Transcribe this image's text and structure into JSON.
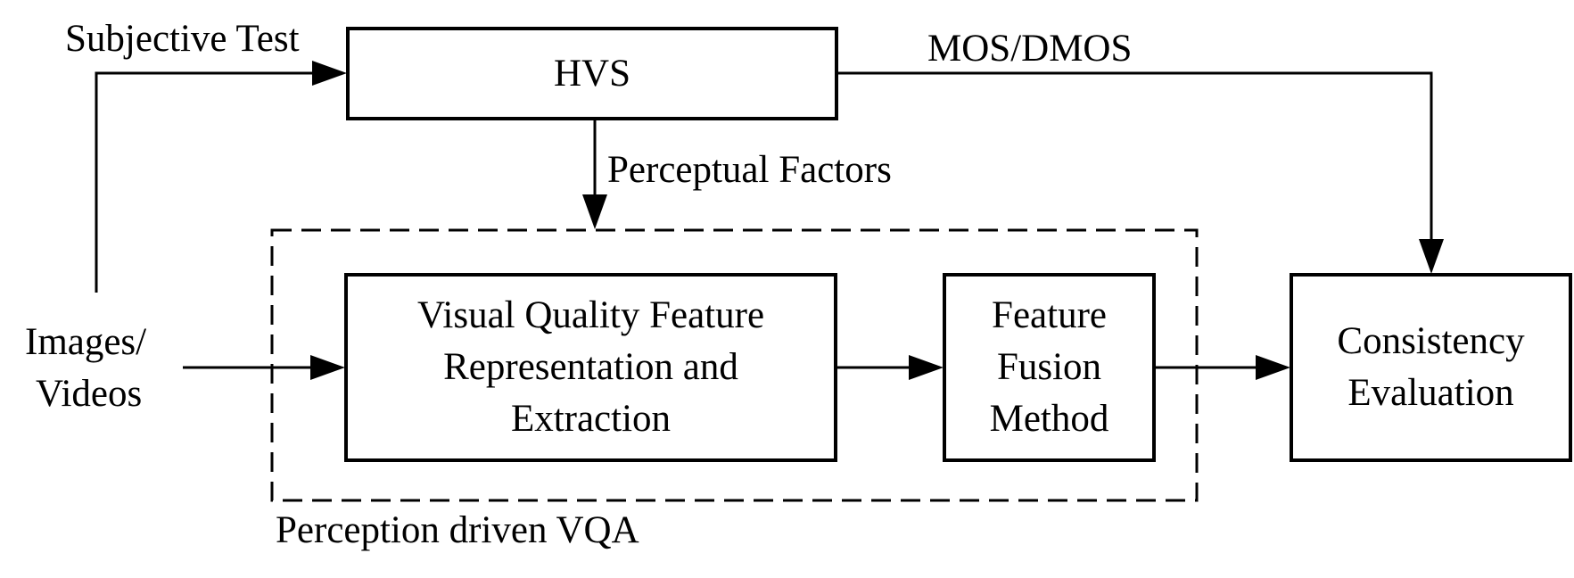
{
  "colors": {
    "stroke": "#000000",
    "background": "#ffffff"
  },
  "labels": {
    "subjective_test": "Subjective Test",
    "mos_dmos": "MOS/DMOS",
    "perceptual_factors": "Perceptual Factors",
    "input_line1": "Images/",
    "input_line2": "Videos",
    "group_label": "Perception driven VQA"
  },
  "nodes": {
    "hvs": {
      "lines": [
        "HVS"
      ]
    },
    "feature_extraction": {
      "lines": [
        "Visual Quality Feature",
        "Representation and",
        "Extraction"
      ]
    },
    "feature_fusion": {
      "lines": [
        "Feature",
        "Fusion",
        "Method"
      ]
    },
    "consistency_evaluation": {
      "lines": [
        "Consistency",
        "Evaluation"
      ]
    }
  }
}
